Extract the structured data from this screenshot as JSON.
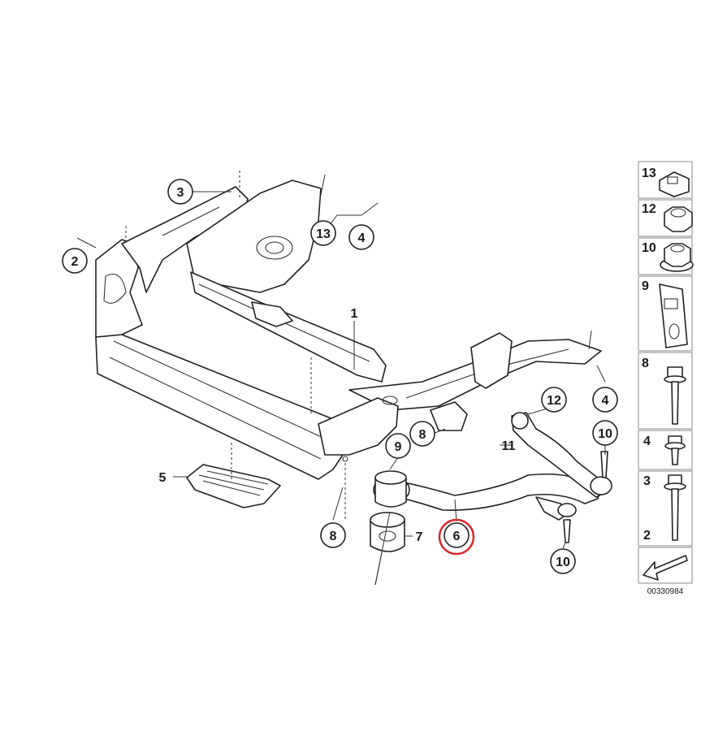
{
  "diagram": {
    "doc_number": "00330984",
    "highlight_color": "#d62828",
    "highlighted_callout": "6",
    "callouts_circled": [
      {
        "id": "c2",
        "label": "2"
      },
      {
        "id": "c3",
        "label": "3"
      },
      {
        "id": "c13",
        "label": "13"
      },
      {
        "id": "c4a",
        "label": "4"
      },
      {
        "id": "c12",
        "label": "12"
      },
      {
        "id": "c4b",
        "label": "4"
      },
      {
        "id": "c8a",
        "label": "8"
      },
      {
        "id": "c9",
        "label": "9"
      },
      {
        "id": "c10a",
        "label": "10"
      },
      {
        "id": "c8b",
        "label": "8"
      },
      {
        "id": "c6",
        "label": "6"
      },
      {
        "id": "c10b",
        "label": "10"
      }
    ],
    "labels_plain": [
      {
        "id": "l1",
        "label": "1"
      },
      {
        "id": "l5",
        "label": "5"
      },
      {
        "id": "l7",
        "label": "7"
      },
      {
        "id": "l11",
        "label": "11"
      }
    ]
  },
  "legend": {
    "items": [
      {
        "label": "13",
        "icon": "clip-nut-icon"
      },
      {
        "label": "12",
        "icon": "hex-nut-icon"
      },
      {
        "label": "10",
        "icon": "flange-nut-icon"
      },
      {
        "label": "9",
        "icon": "bracket-plate-icon"
      },
      {
        "label": "8",
        "icon": "bolt-icon"
      },
      {
        "label": "4",
        "icon": "short-bolt-icon"
      },
      {
        "label": "3",
        "icon": "long-bolt-icon"
      },
      {
        "label": "2",
        "icon": "long-bolt-icon"
      }
    ]
  }
}
